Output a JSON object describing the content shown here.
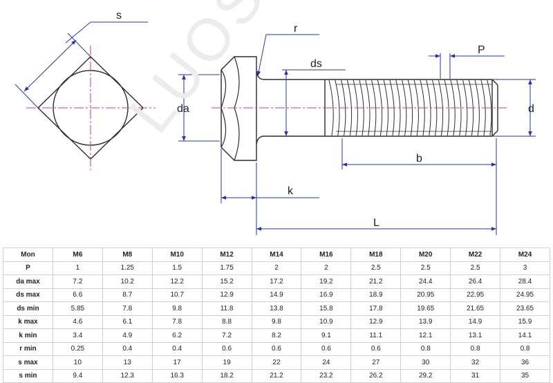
{
  "drawing": {
    "watermark": "LUOSI.COM",
    "labels": {
      "s": "s",
      "r": "r",
      "ds": "ds",
      "p": "P",
      "da": "da",
      "d": "d",
      "b": "b",
      "k": "k",
      "l": "L"
    },
    "colors": {
      "outline": "#2b2b2b",
      "dimension": "#2233aa",
      "centerline": "#d6338f"
    }
  },
  "table": {
    "headers": [
      "Mon",
      "M6",
      "M8",
      "M10",
      "M12",
      "M14",
      "M16",
      "M18",
      "M20",
      "M22",
      "M24"
    ],
    "rows": [
      {
        "label": "P",
        "values": [
          "1",
          "1.25",
          "1.5",
          "1.75",
          "2",
          "2",
          "2.5",
          "2.5",
          "2.5",
          "3"
        ]
      },
      {
        "label": "da max",
        "values": [
          "7.2",
          "10.2",
          "12.2",
          "15.2",
          "17.2",
          "19.2",
          "21.2",
          "24.4",
          "26.4",
          "28.4"
        ]
      },
      {
        "label": "ds max",
        "values": [
          "6.6",
          "8.7",
          "10.7",
          "12.9",
          "14.9",
          "16.9",
          "18.9",
          "20.95",
          "22.95",
          "24.95"
        ]
      },
      {
        "label": "ds min",
        "values": [
          "5.85",
          "7.8",
          "9.8",
          "11.8",
          "13.8",
          "15.8",
          "17.8",
          "19.65",
          "21.65",
          "23.65"
        ]
      },
      {
        "label": "k max",
        "values": [
          "4.6",
          "6.1",
          "7.8",
          "8.8",
          "9.8",
          "10.9",
          "12.9",
          "13.9",
          "14.9",
          "15.9"
        ]
      },
      {
        "label": "k min",
        "values": [
          "3.4",
          "4.9",
          "6.2",
          "7.2",
          "8.2",
          "9.1",
          "11.1",
          "12.1",
          "13.1",
          "14.1"
        ]
      },
      {
        "label": "r min",
        "values": [
          "0.25",
          "0.4",
          "0.4",
          "0.6",
          "0.6",
          "0.6",
          "0.6",
          "0.8",
          "0.8",
          "0.8"
        ]
      },
      {
        "label": "s max",
        "values": [
          "10",
          "13",
          "17",
          "19",
          "22",
          "24",
          "27",
          "30",
          "32",
          "36"
        ]
      },
      {
        "label": "s min",
        "values": [
          "9.4",
          "12.3",
          "16.3",
          "18.2",
          "21.2",
          "23.2",
          "26.2",
          "29.2",
          "31",
          "35"
        ]
      }
    ]
  }
}
